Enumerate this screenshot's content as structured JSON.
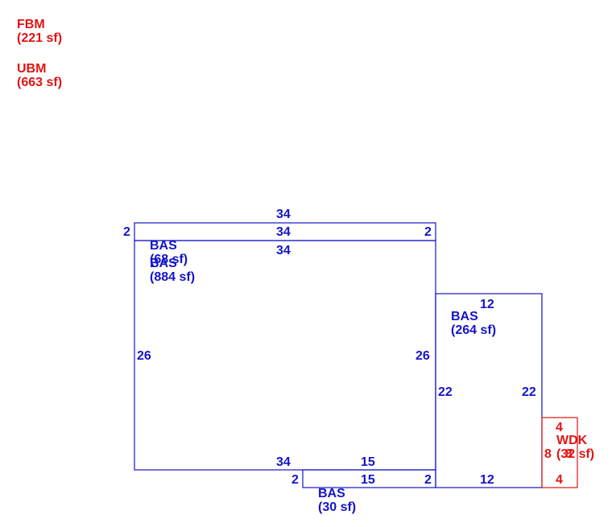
{
  "legend": {
    "fbm": {
      "code": "FBM",
      "area": "(221 sf)"
    },
    "ubm": {
      "code": "UBM",
      "area": "(663 sf)"
    }
  },
  "areas": [
    {
      "code": "BAS",
      "area": "(68 sf)",
      "dims": {
        "top": "34",
        "bottom": "34",
        "left": "2",
        "right": "2"
      }
    },
    {
      "code": "BAS",
      "area": "(884 sf)",
      "dims": {
        "top": "34",
        "bottom": "34",
        "left": "26",
        "right": "26"
      }
    },
    {
      "code": "BAS",
      "area": "(264 sf)",
      "dims": {
        "top": "12",
        "bottom": "12",
        "left": "22",
        "right": "22"
      }
    },
    {
      "code": "BAS",
      "area": "(30 sf)",
      "dims": {
        "top": "15",
        "bottom": "15",
        "left": "2",
        "right": "2"
      }
    },
    {
      "code": "WDK",
      "area": "(32 sf)",
      "dims": {
        "top": "4",
        "bottom": "4",
        "left": "8",
        "right": "8"
      }
    }
  ],
  "colors": {
    "building": "#1414c8",
    "deck": "#e01414"
  }
}
